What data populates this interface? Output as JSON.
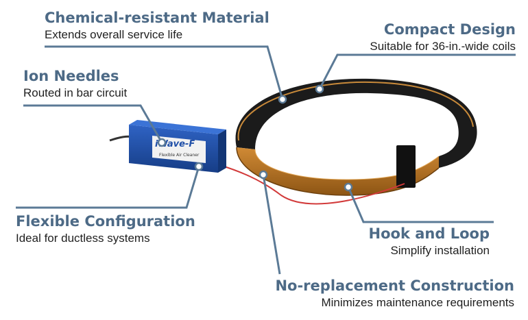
{
  "callouts": {
    "chemical": {
      "title": "Chemical-resistant Material",
      "subtitle": "Extends overall service life"
    },
    "compact": {
      "title": "Compact Design",
      "subtitle": "Suitable for 36-in.-wide coils"
    },
    "ion": {
      "title": "Ion Needles",
      "subtitle": "Routed in bar circuit"
    },
    "flexible": {
      "title": "Flexible Configuration",
      "subtitle": "Ideal for ductless systems"
    },
    "hook": {
      "title": "Hook and Loop",
      "subtitle": "Simplify installation"
    },
    "noreplace": {
      "title": "No-replacement Construction",
      "subtitle": "Minimizes maintenance requirements"
    }
  },
  "device": {
    "brand": "iWave-F",
    "product": "Flexible Air Cleaner"
  },
  "colors": {
    "callout_title": "#4d6a86",
    "leader_line": "#5b7a96",
    "device_body": "#1f4fa8",
    "band_copper": "#b5741e",
    "band_black": "#1a1a1a",
    "wire_red": "#d23a3a"
  }
}
